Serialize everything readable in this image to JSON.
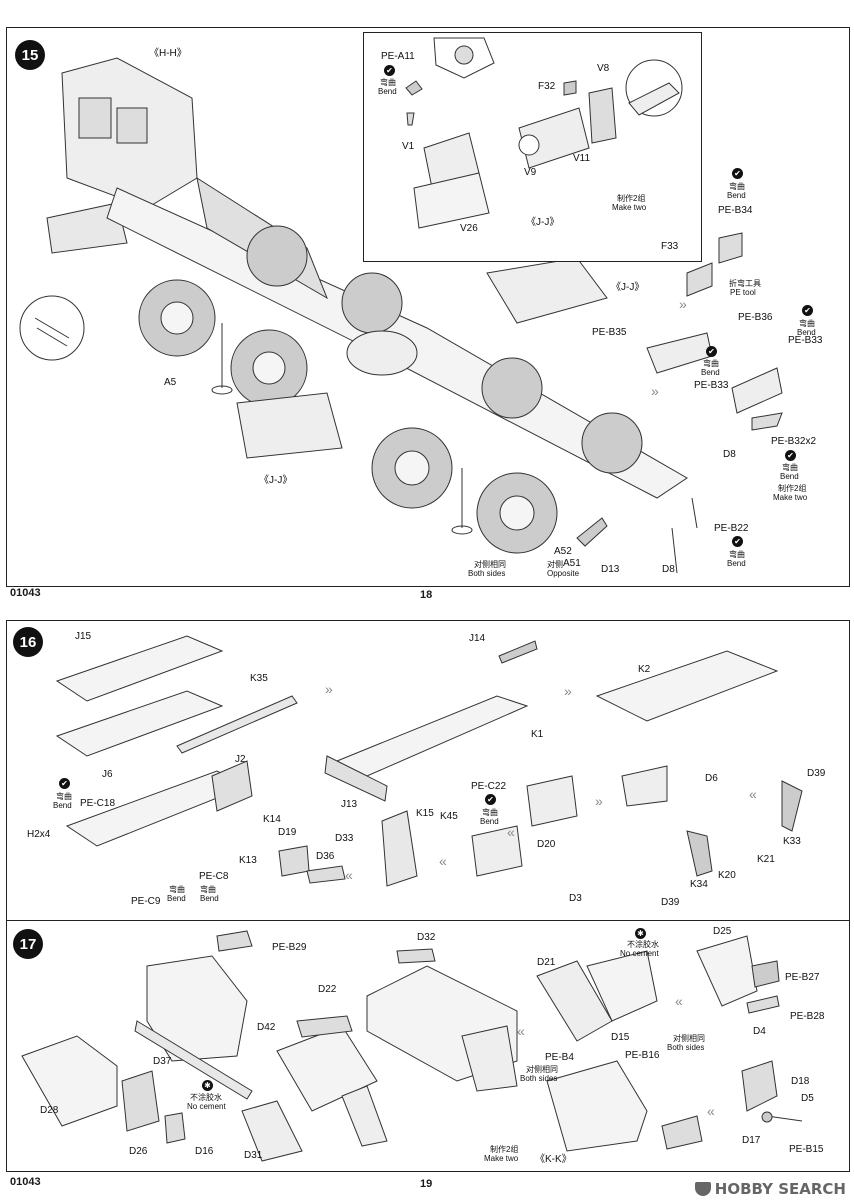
{
  "pages": [
    {
      "code": "01043",
      "number": "18"
    },
    {
      "code": "01043",
      "number": "19"
    }
  ],
  "steps": [
    {
      "number": "15",
      "labels": {
        "hh": "《H-H》",
        "jj_inset": "《J-J》",
        "jj_right": "《J-J》",
        "jj_left": "《J-J》",
        "pe_a11": "PE-A11",
        "v1": "V1",
        "v26": "V26",
        "f32": "F32",
        "v8": "V8",
        "v9": "V9",
        "v11": "V11",
        "pe_b34": "PE-B34",
        "f33": "F33",
        "pe_b35": "PE-B35",
        "pe_b36": "PE-B36",
        "pe_b33a": "PE-B33",
        "pe_b33b": "PE-B33",
        "pe_b32x2": "PE-B32x2",
        "a5": "A5",
        "d8a": "D8",
        "d8b": "D8",
        "pe_b22": "PE-B22",
        "a52": "A52",
        "a51": "A51",
        "d13": "D13"
      },
      "notes": {
        "bend_zh": "弯曲",
        "bend_en": "Bend",
        "make_two_zh": "制作2组",
        "make_two_en": "Make two",
        "pe_tool_zh": "折弯工具",
        "pe_tool_en": "PE tool",
        "both_sides_zh": "对侧相同",
        "both_sides_en": "Both sides",
        "opposite_zh": "对侧",
        "opposite_en": "Opposite"
      }
    },
    {
      "number": "16",
      "labels": {
        "j15": "J15",
        "k35": "K35",
        "j6": "J6",
        "j14": "J14",
        "k2": "K2",
        "j2": "J2",
        "pe_c18": "PE-C18",
        "h2x4": "H2x4",
        "k14": "K14",
        "k13": "K13",
        "pe_c8": "PE-C8",
        "pe_c9": "PE-C9",
        "d19": "D19",
        "d33": "D33",
        "d36": "D36",
        "j13": "J13",
        "k15": "K15",
        "k45": "K45",
        "k1": "K1",
        "pe_c22": "PE-C22",
        "d20": "D20",
        "d3": "D3",
        "d6": "D6",
        "d39a": "D39",
        "k33": "K33",
        "k21": "K21",
        "k34": "K34",
        "k20": "K20",
        "d39b": "D39"
      }
    },
    {
      "number": "17",
      "labels": {
        "pe_b29": "PE-B29",
        "d42": "D42",
        "d37": "D37",
        "d28": "D28",
        "d26": "D26",
        "d16": "D16",
        "d22": "D22",
        "d31": "D31",
        "d32": "D32",
        "d21": "D21",
        "d25": "D25",
        "pe_b27": "PE-B27",
        "pe_b28": "PE-B28",
        "d15": "D15",
        "pe_b4": "PE-B4",
        "pe_b16": "PE-B16",
        "d4": "D4",
        "d18": "D18",
        "d5": "D5",
        "d17": "D17",
        "pe_b15": "PE-B15",
        "kk": "《K-K》"
      },
      "notes": {
        "no_cement_zh": "不涂胶水",
        "no_cement_en": "No cement",
        "make_two_zh": "制作2组",
        "make_two_en": "Make two",
        "both_sides_zh": "对侧相同",
        "both_sides_en": "Both sides"
      }
    }
  ],
  "watermark": "HOBBY SEARCH"
}
